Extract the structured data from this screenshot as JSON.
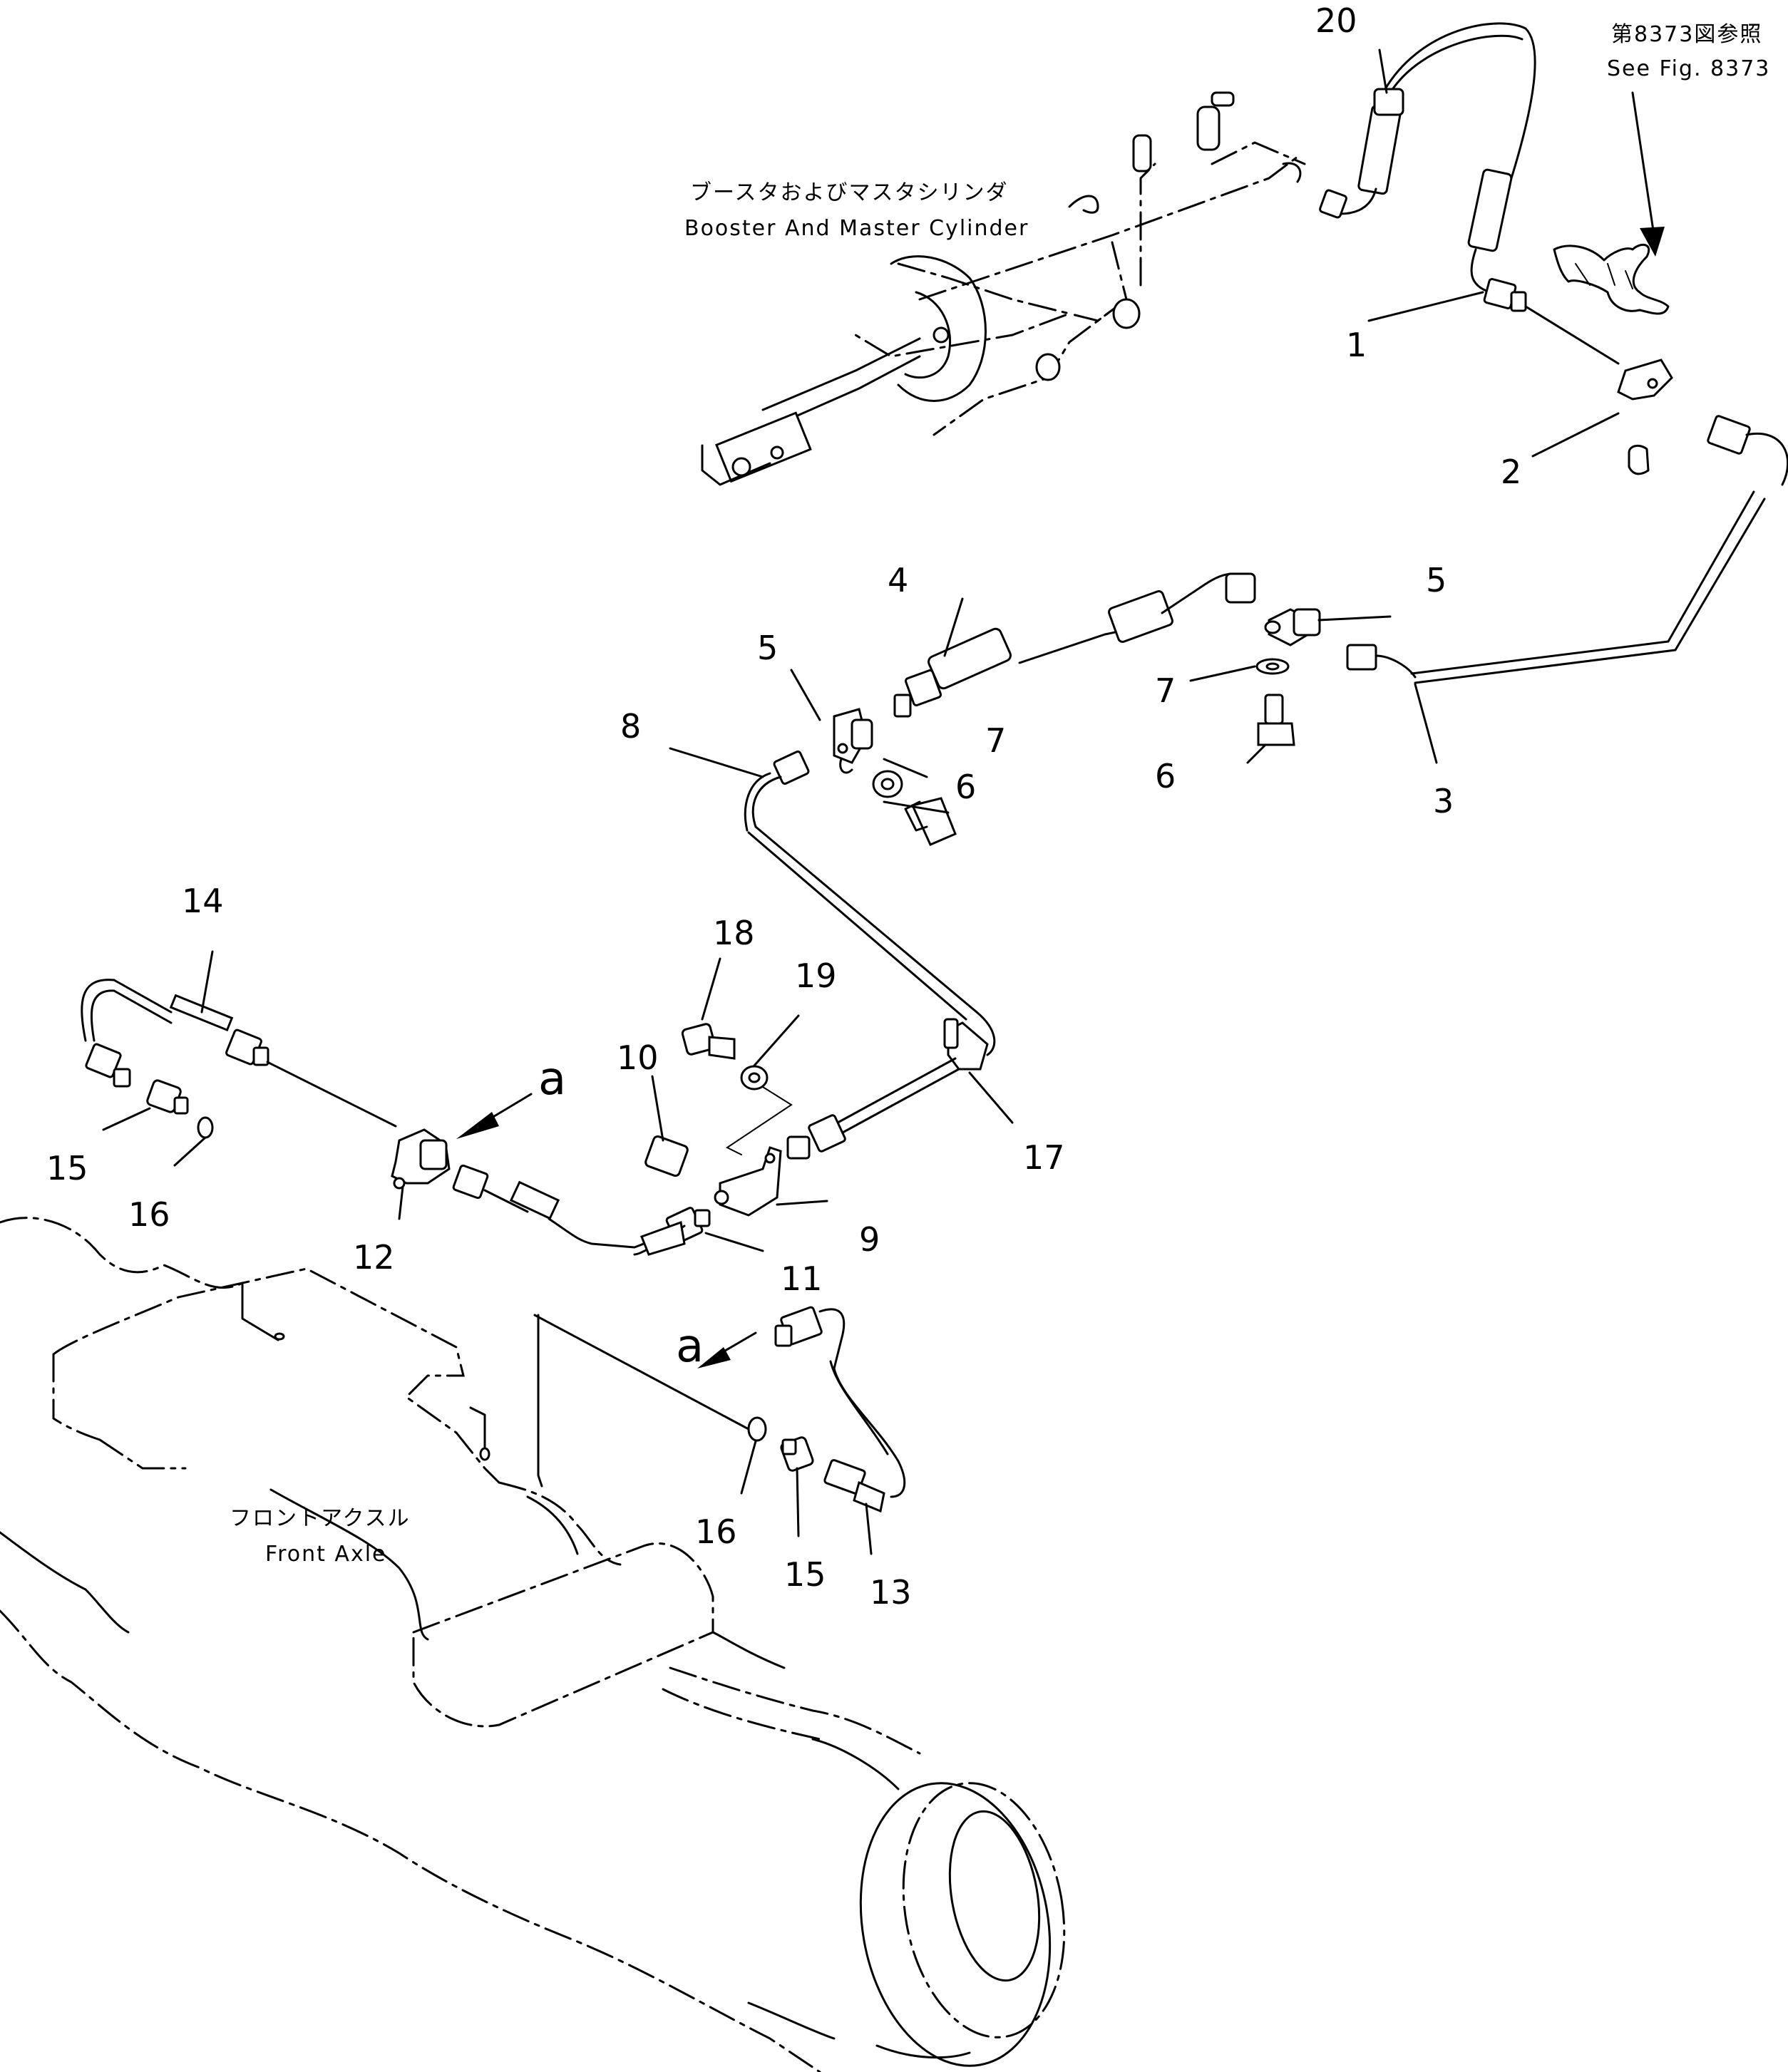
{
  "captions": {
    "booster_jp": "ブースタおよびマスタシリンダ",
    "booster_en": "Booster And Master Cylinder",
    "fig_ref_jp": "第8373図参照",
    "fig_ref_en": "See Fig. 8373",
    "axle_jp": "フロントアクスル",
    "axle_en": "Front Axle"
  },
  "callouts": {
    "c1": "1",
    "c2": "2",
    "c3": "3",
    "c4": "4",
    "c5a": "5",
    "c5b": "5",
    "c6a": "6",
    "c6b": "6",
    "c7a": "7",
    "c7b": "7",
    "c8": "8",
    "c9": "9",
    "c10": "10",
    "c11": "11",
    "c12": "12",
    "c13": "13",
    "c14": "14",
    "c15a": "15",
    "c15b": "15",
    "c16a": "16",
    "c16b": "16",
    "c17": "17",
    "c18": "18",
    "c19": "19",
    "c20": "20",
    "view_a1": "a",
    "view_a2": "a"
  }
}
